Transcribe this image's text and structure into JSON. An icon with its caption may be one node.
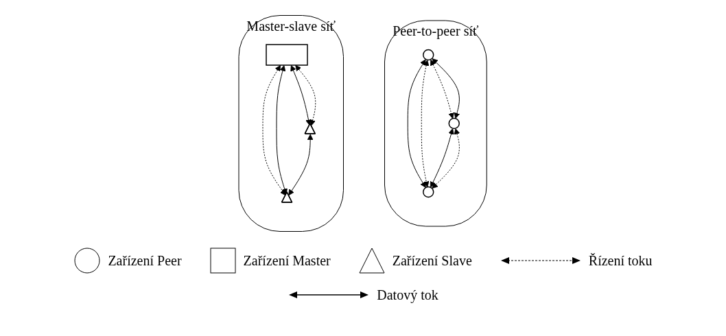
{
  "diagram": {
    "nodes": [
      {
        "text": [
          "Peer-to-peer síť"
        ]
      },
      {
        "text": [],
        "shape": "circle",
        "in": 0
      },
      {
        "text": [],
        "shape": "circle",
        "in": 0
      },
      {
        "text": [],
        "shape": "circle",
        "in": 0
      },
      {
        "text": [
          "Master-slave síť"
        ]
      },
      {
        "text": [],
        "shape": "box",
        "in": 4
      },
      {
        "text": [],
        "shape": "triangle",
        "in": 4
      },
      {
        "text": [],
        "shape": "triangle",
        "in": 4
      }
    ],
    "edges": [
      {
        "from": 1,
        "to": 2,
        "arrow": "both",
        "style": "dashed"
      },
      {
        "from": 1,
        "to": 2,
        "arrow": "both"
      },
      {
        "from": 1,
        "to": 3,
        "arrow": "both"
      },
      {
        "from": 1,
        "to": 3,
        "arrow": "both",
        "style": "dashed"
      },
      {
        "from": 2,
        "to": 3,
        "arrow": "both"
      },
      {
        "from": 2,
        "to": 3,
        "arrow": "both",
        "style": "dashed"
      },
      {
        "from": 5,
        "to": 6,
        "arrow": "both"
      },
      {
        "from": 5,
        "to": 6,
        "arrow": "both",
        "style": "dashed"
      },
      {
        "from": 5,
        "to": 7,
        "arrow": "both",
        "style": "dashed"
      },
      {
        "from": 5,
        "to": 7,
        "arrow": "both"
      },
      {
        "from": 6,
        "to": 7,
        "arrow": "both"
      }
    ],
    "legend": [
      {
        "text": "Zařízení Peer"
      },
      {
        "text": "Zařízení Master"
      },
      {
        "text": "Zařízení Slave"
      },
      {
        "text": "Řízení toku"
      },
      {
        "text": "Datový tok"
      }
    ]
  }
}
